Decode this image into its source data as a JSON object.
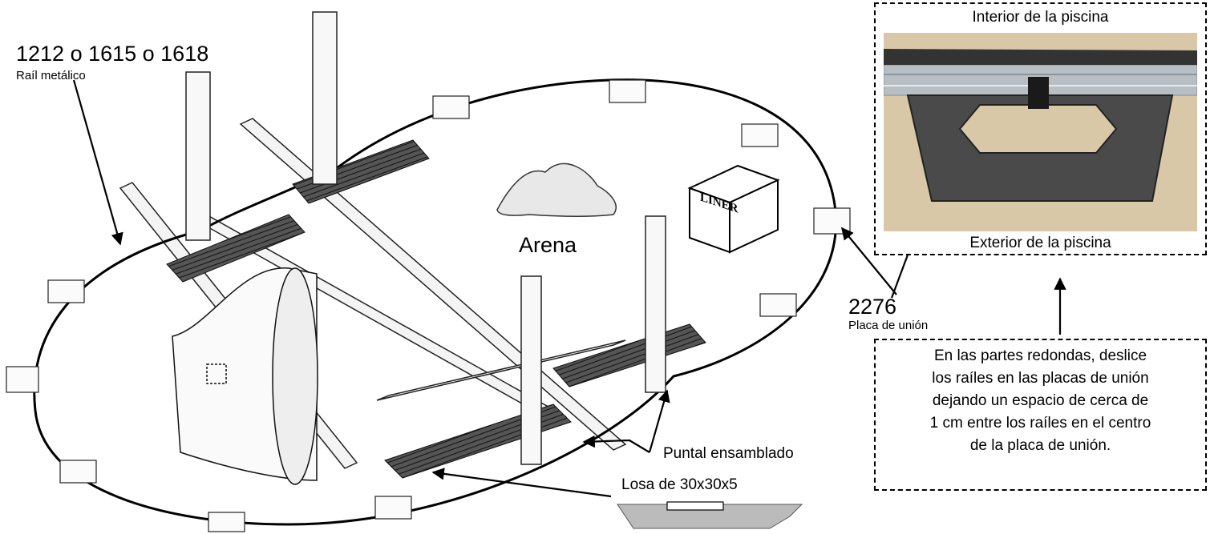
{
  "labels": {
    "rail_code": "1212 o 1615 o 1618",
    "rail_name": "Raíl metálico",
    "sand": "Arena",
    "liner_box": "LINER",
    "plate_code": "2276",
    "plate_name": "Placa de unión",
    "strut": "Puntal ensamblado",
    "slab": "Losa de 30x30x5"
  },
  "photo": {
    "top_caption": "Interior de la piscina",
    "bottom_caption": "Exterior de la piscina"
  },
  "note": {
    "text": "En las partes redondas, deslice\nlos raíles en las placas de unión\ndejando un espacio de cerca de\n1 cm entre los raíles en el centro\nde la placa de unión."
  }
}
